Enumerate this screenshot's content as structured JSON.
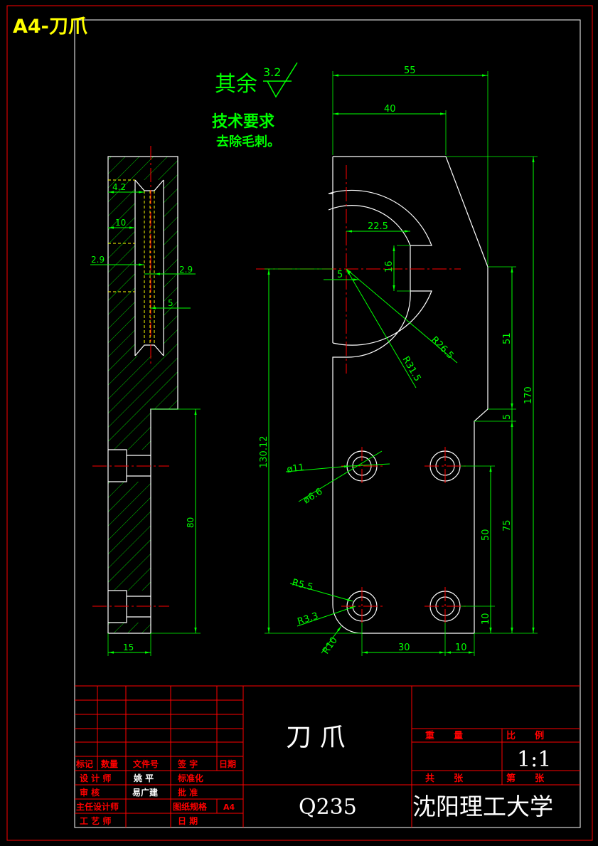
{
  "sheet": {
    "label": "A4-刀爪"
  },
  "surface": {
    "text": "其余",
    "roughness": "3.2"
  },
  "notes": {
    "title": "技术要求",
    "items": [
      "去除毛刺。"
    ]
  },
  "dimensions": {
    "d55": "55",
    "d40": "40",
    "d22_5": "22.5",
    "d16": "16",
    "d5": "5",
    "r26_5": "R26.5",
    "r31_5": "R31.5",
    "d51": "51",
    "d170": "170",
    "d5b": "5",
    "d130_12": "130.12",
    "phi11": "ø11",
    "phi6_6": "ø6.6",
    "d50": "50",
    "d75": "75",
    "r5_5": "R5.5",
    "r3_3": "R3.3",
    "r10": "R10",
    "d10v": "10",
    "d30": "30",
    "d10h": "10",
    "s4_2": "4.2",
    "s10": "10",
    "s2_9a": "2.9",
    "s2_9b": "2.9",
    "s5": "5",
    "s80": "80",
    "s15": "15"
  },
  "title_block": {
    "part_name": "刀  爪",
    "material": "Q235",
    "school": "沈阳理工大学",
    "scale": "1:1",
    "weight_label": "重      量",
    "ratio_label": "比      例",
    "total_label": "共      张",
    "sheet_label": "第      张",
    "rows": [
      {
        "c1": "标记",
        "c2": "数量",
        "c3": "文件号",
        "c4": "签  字",
        "c5": "日期"
      },
      {
        "c1": "设 计 师",
        "c3": "姚 平",
        "c4": "标准化"
      },
      {
        "c1": "审      核",
        "c3": "易广建",
        "c4": "批  准"
      },
      {
        "c1": "主任设计师",
        "c4": "图纸规格",
        "c5": "A4"
      },
      {
        "c1": "工 艺 师",
        "c4": "日  期"
      }
    ]
  },
  "colors": {
    "frame": "#ff0000",
    "outline": "#ffffff",
    "dimension": "#00ff00",
    "center": "#ff0000",
    "hidden": "#ffff00",
    "sheet_label": "#ffff00"
  }
}
